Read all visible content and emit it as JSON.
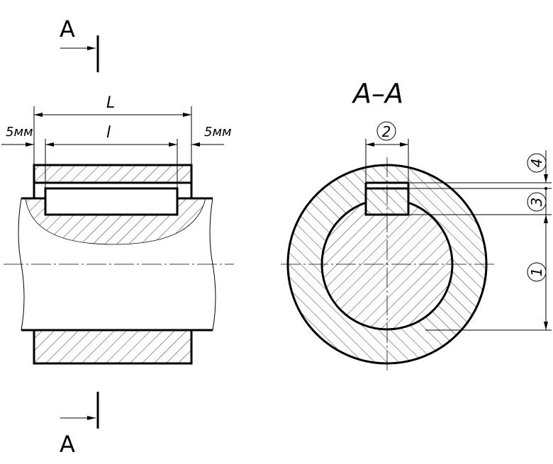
{
  "section_mark": {
    "top_letter": "A",
    "bottom_letter": "A",
    "section_title": "A–A"
  },
  "dimensions": {
    "hub_length": "L",
    "key_length": "l",
    "left_offset": "5мм",
    "right_offset": "5мм",
    "callouts": [
      "1",
      "2",
      "3",
      "4"
    ]
  }
}
